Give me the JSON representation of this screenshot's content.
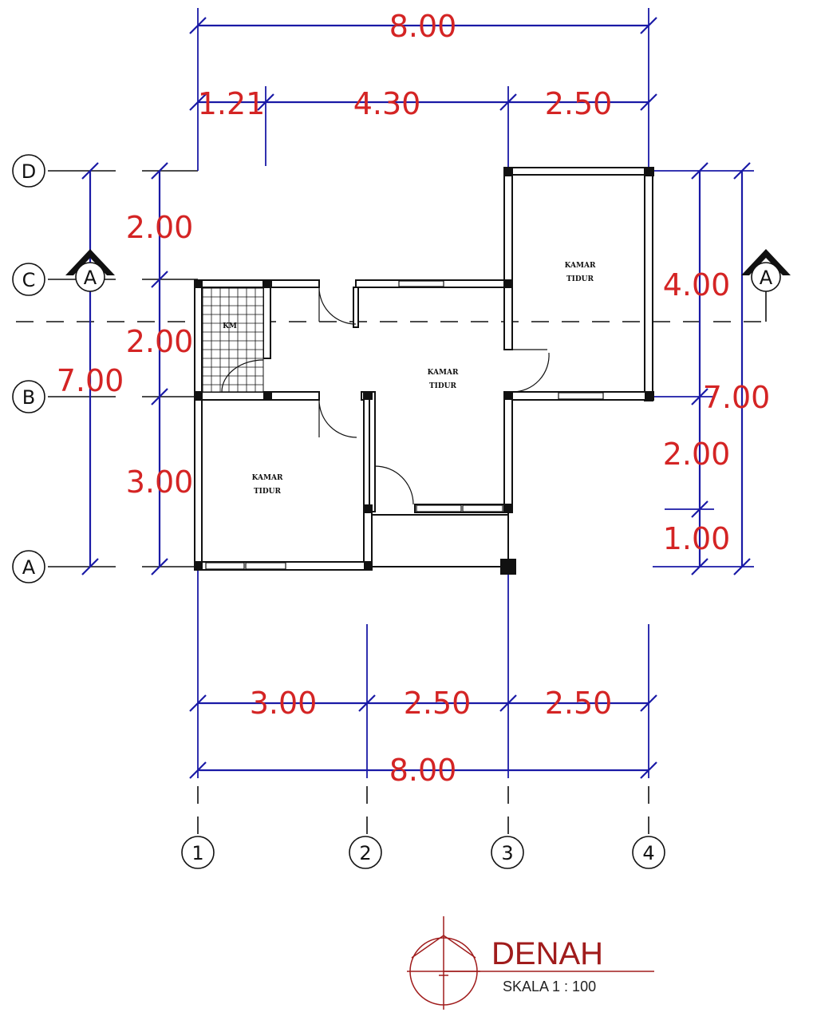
{
  "dimensions": {
    "top_total": "8.00",
    "top_segments": [
      "1.21",
      "4.30",
      "2.50"
    ],
    "bottom_segments": [
      "3.00",
      "2.50",
      "2.50"
    ],
    "bottom_total": "8.00",
    "left_segments": [
      "2.00",
      "2.00",
      "3.00"
    ],
    "left_total": "7.00",
    "right_segments": [
      "4.00",
      "2.00",
      "1.00"
    ],
    "right_total": "7.00"
  },
  "grid_rows": [
    "D",
    "C",
    "B",
    "A"
  ],
  "grid_columns": [
    "1",
    "2",
    "3",
    "4"
  ],
  "section_marker": "A",
  "rooms": {
    "kamar_kanan": [
      "KAMAR",
      "TIDUR"
    ],
    "kamar_tengah": [
      "KAMAR",
      "TIDUR"
    ],
    "kamar_kiri": [
      "KAMAR",
      "TIDUR"
    ],
    "km": "KM"
  },
  "title": {
    "name": "DENAH",
    "scale": "SKALA 1 : 100"
  },
  "colors": {
    "dimension_lines": "#1a1aa6",
    "dimension_text": "#d42424",
    "title": "#a01c1c"
  }
}
